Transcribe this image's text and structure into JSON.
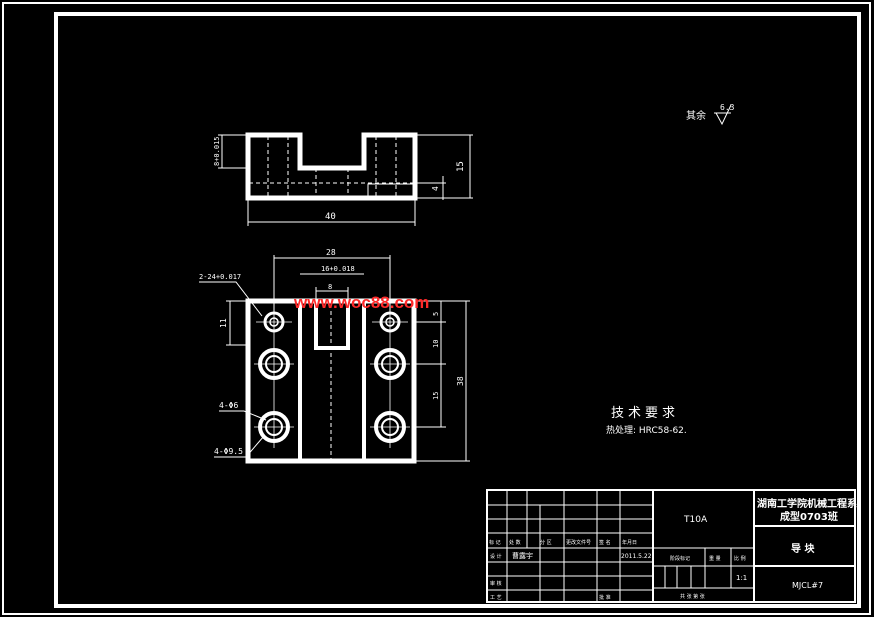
{
  "watermark": "www.woc88.com",
  "surface_finish": {
    "label": "其余",
    "value": "6.3"
  },
  "top_view": {
    "dim_width": "40",
    "dim_height": "15",
    "dim_step": "4",
    "dim_left": "8+0.015"
  },
  "front_view": {
    "dim_top_outer": "28",
    "dim_slot": "16+0.018",
    "dim_slot_inner": "8",
    "dim_left_height": "11",
    "dim_hole_note": "2-24+0.017",
    "dim_right_1": "5",
    "dim_right_2": "10",
    "dim_right_3": "15",
    "dim_total": "38",
    "note_holes_1": "4-Φ6",
    "note_holes_2": "4-Φ9.5"
  },
  "tech_req": {
    "title": "技术要求",
    "line1": "热处理: HRC58-62."
  },
  "title_block": {
    "material": "T10A",
    "school": "湖南工学院机械工程系",
    "class": "成型0703班",
    "part_name": "导 块",
    "drawing_no": "MJCL#7",
    "scale": "1:1",
    "designer": "曹露宇",
    "date": "2011.5.22",
    "row_labels": [
      "标 记",
      "处 数",
      "分 区",
      "更改文件号",
      "签 名",
      "年月日"
    ],
    "design_label": "设 计",
    "check_label": "审 核",
    "process_label": "工 艺",
    "approve_label": "批 准",
    "stage_label": "阶段标记",
    "weight_label": "重 量",
    "scale_label": "比 例",
    "sheet_label": "共 张 第 张"
  }
}
